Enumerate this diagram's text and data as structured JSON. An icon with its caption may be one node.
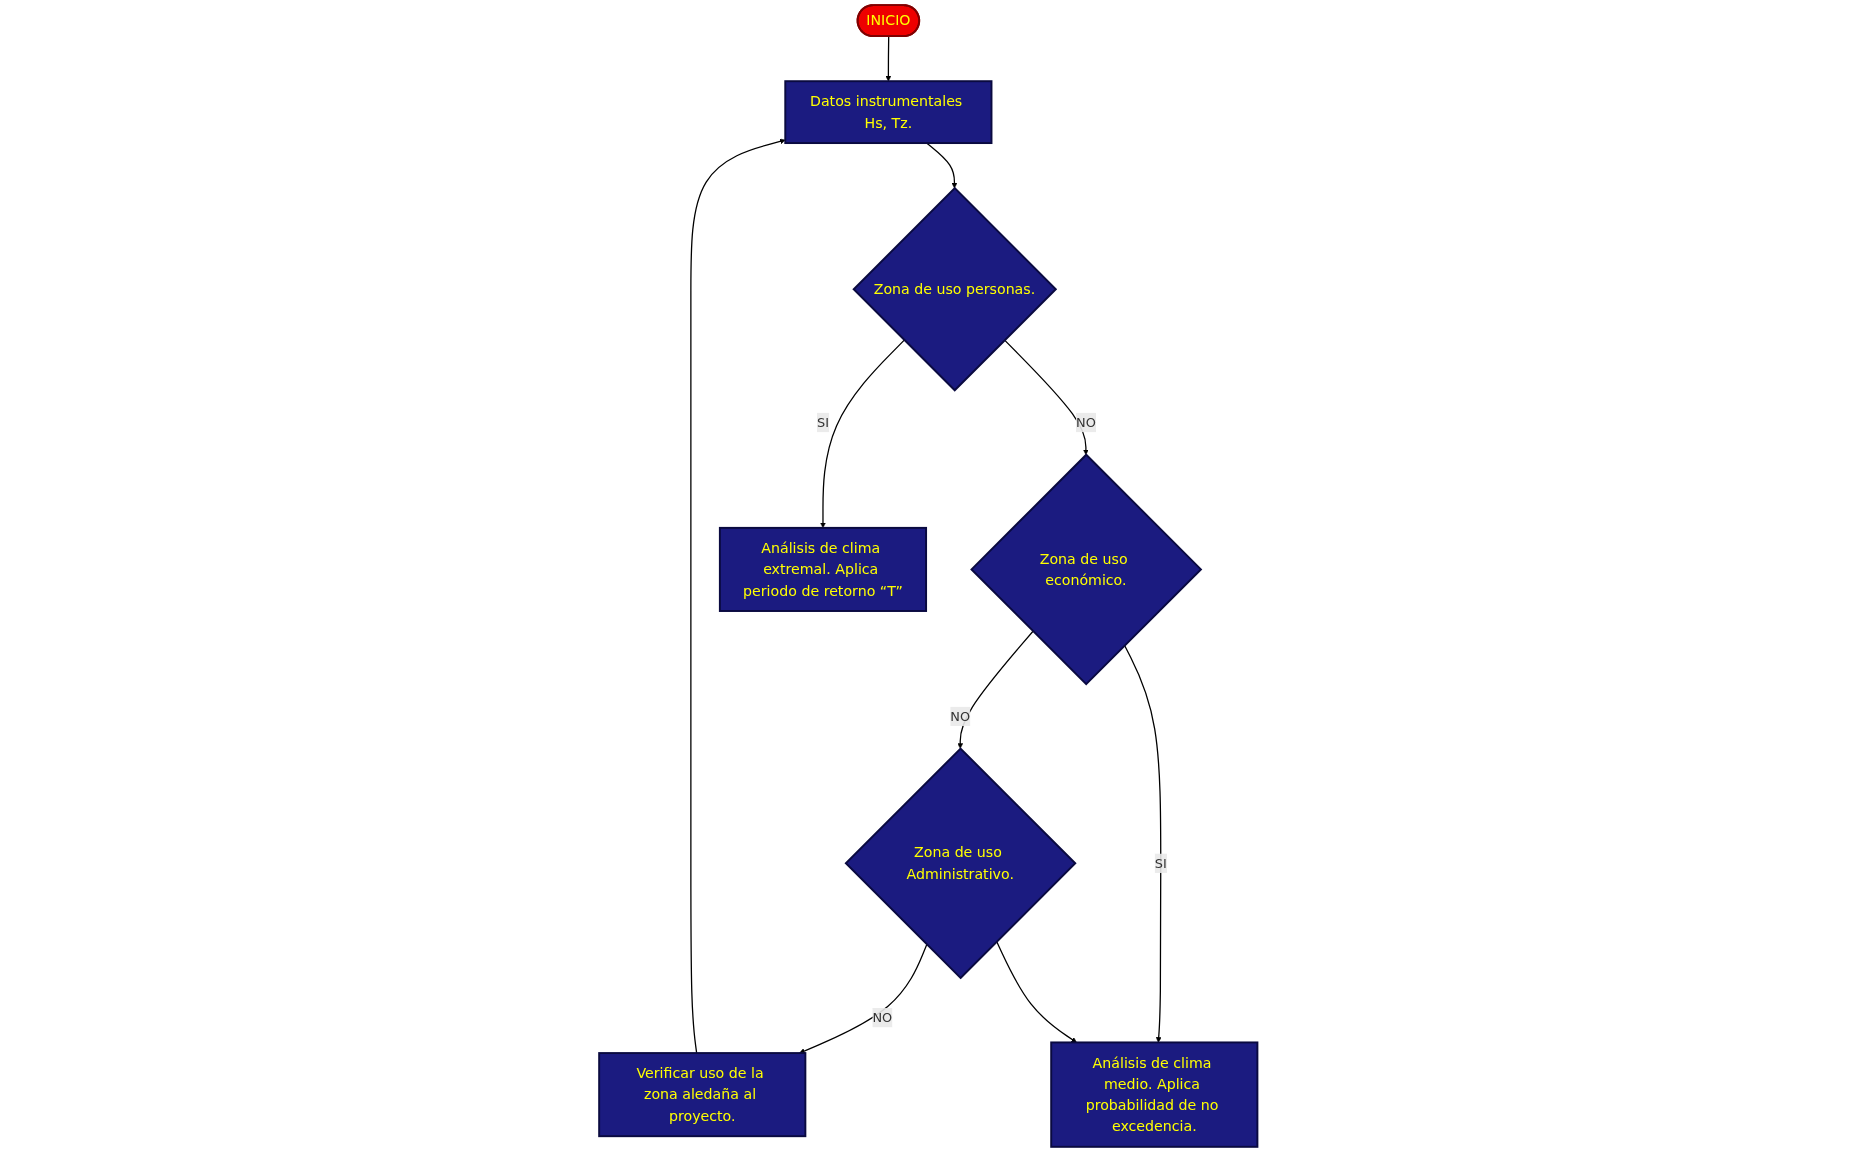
{
  "diagram": {
    "nodes": [
      {
        "text": [
          "INICIO"
        ]
      },
      {
        "text": [
          "Datos instrumentales Hs, Tz."
        ]
      },
      {
        "text": [
          "Verificar uso de la zona aledaña al proyecto."
        ]
      },
      {
        "text": [
          "Zona de uso personas."
        ]
      },
      {
        "text": [
          "Zona de uso económico."
        ]
      },
      {
        "text": [
          "Zona de uso Administrativo."
        ]
      },
      {
        "text": [
          "Análisis de clima extremal. Aplica periodo de retorno “T”"
        ]
      },
      {
        "text": [
          "Análisis de clima medio. Aplica probabilidad de no excedencia."
        ]
      }
    ],
    "edges": [
      {
        "from": 0,
        "to": 1,
        "arrow": "to"
      },
      {
        "from": 1,
        "to": 3,
        "arrow": "to"
      },
      {
        "from": 3,
        "to": 4,
        "label": "NO",
        "arrow": "to"
      },
      {
        "from": 4,
        "to": 5,
        "label": "NO",
        "arrow": "to"
      },
      {
        "from": 5,
        "to": 2,
        "label": "NO",
        "arrow": "to"
      },
      {
        "from": 2,
        "to": 1,
        "arrow": "to"
      },
      {
        "from": 3,
        "to": 6,
        "label": "SI",
        "arrow": "to"
      },
      {
        "from": 4,
        "to": 7,
        "label": "SI",
        "arrow": "to"
      },
      {
        "from": 5,
        "to": 7,
        "arrow": "to"
      }
    ]
  }
}
